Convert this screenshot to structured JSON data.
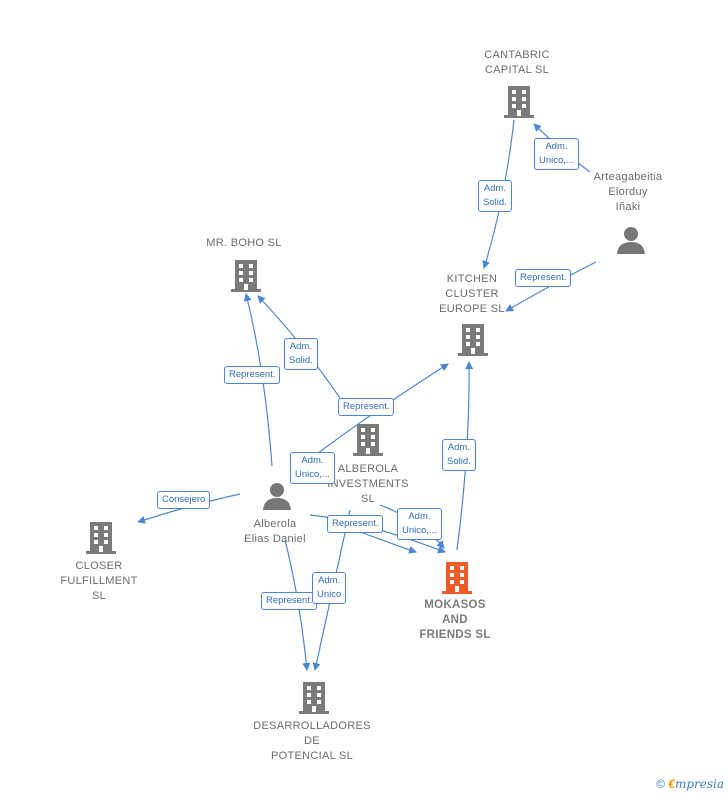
{
  "nodes": {
    "cantabric": "CANTABRIC\nCAPITAL  SL",
    "arteaga": "Arteagabeitia\nElorduy\nIñaki",
    "kitchen": "KITCHEN\nCLUSTER\nEUROPE  SL",
    "boho": "MR.  BOHO SL",
    "alberola_inv": "ALBEROLA\nINVESTMENTS\nSL",
    "alberola_person": "Alberola\nElias Daniel",
    "closer": "CLOSER\nFULFILLMENT\nSL",
    "mokasos": "MOKASOS\nAND\nFRIENDS  SL",
    "desarrolladores": "DESARROLLADORES\nDE\nPOTENCIAL  SL"
  },
  "edges": {
    "e1": "Adm.\nUnico,...",
    "e2": "Adm.\nSolid.",
    "e3": "Represent.",
    "e4": "Adm.\nSolid.",
    "e5": "Represent.",
    "e6": "Represent.",
    "e7": "Adm.\nUnico,...",
    "e8": "Adm.\nSolid.",
    "e9": "Consejero",
    "e10": "Represent.",
    "e11": "Adm.\nUnico,...",
    "e12": "Represent.",
    "e13": "Adm.\nUnico"
  },
  "brand": {
    "copyright": "©",
    "e": "€",
    "rest": "mpresia"
  },
  "colors": {
    "line": "#4a86d4",
    "building": "#7a7a7a",
    "highlight": "#f05a28",
    "person": "#777777"
  }
}
